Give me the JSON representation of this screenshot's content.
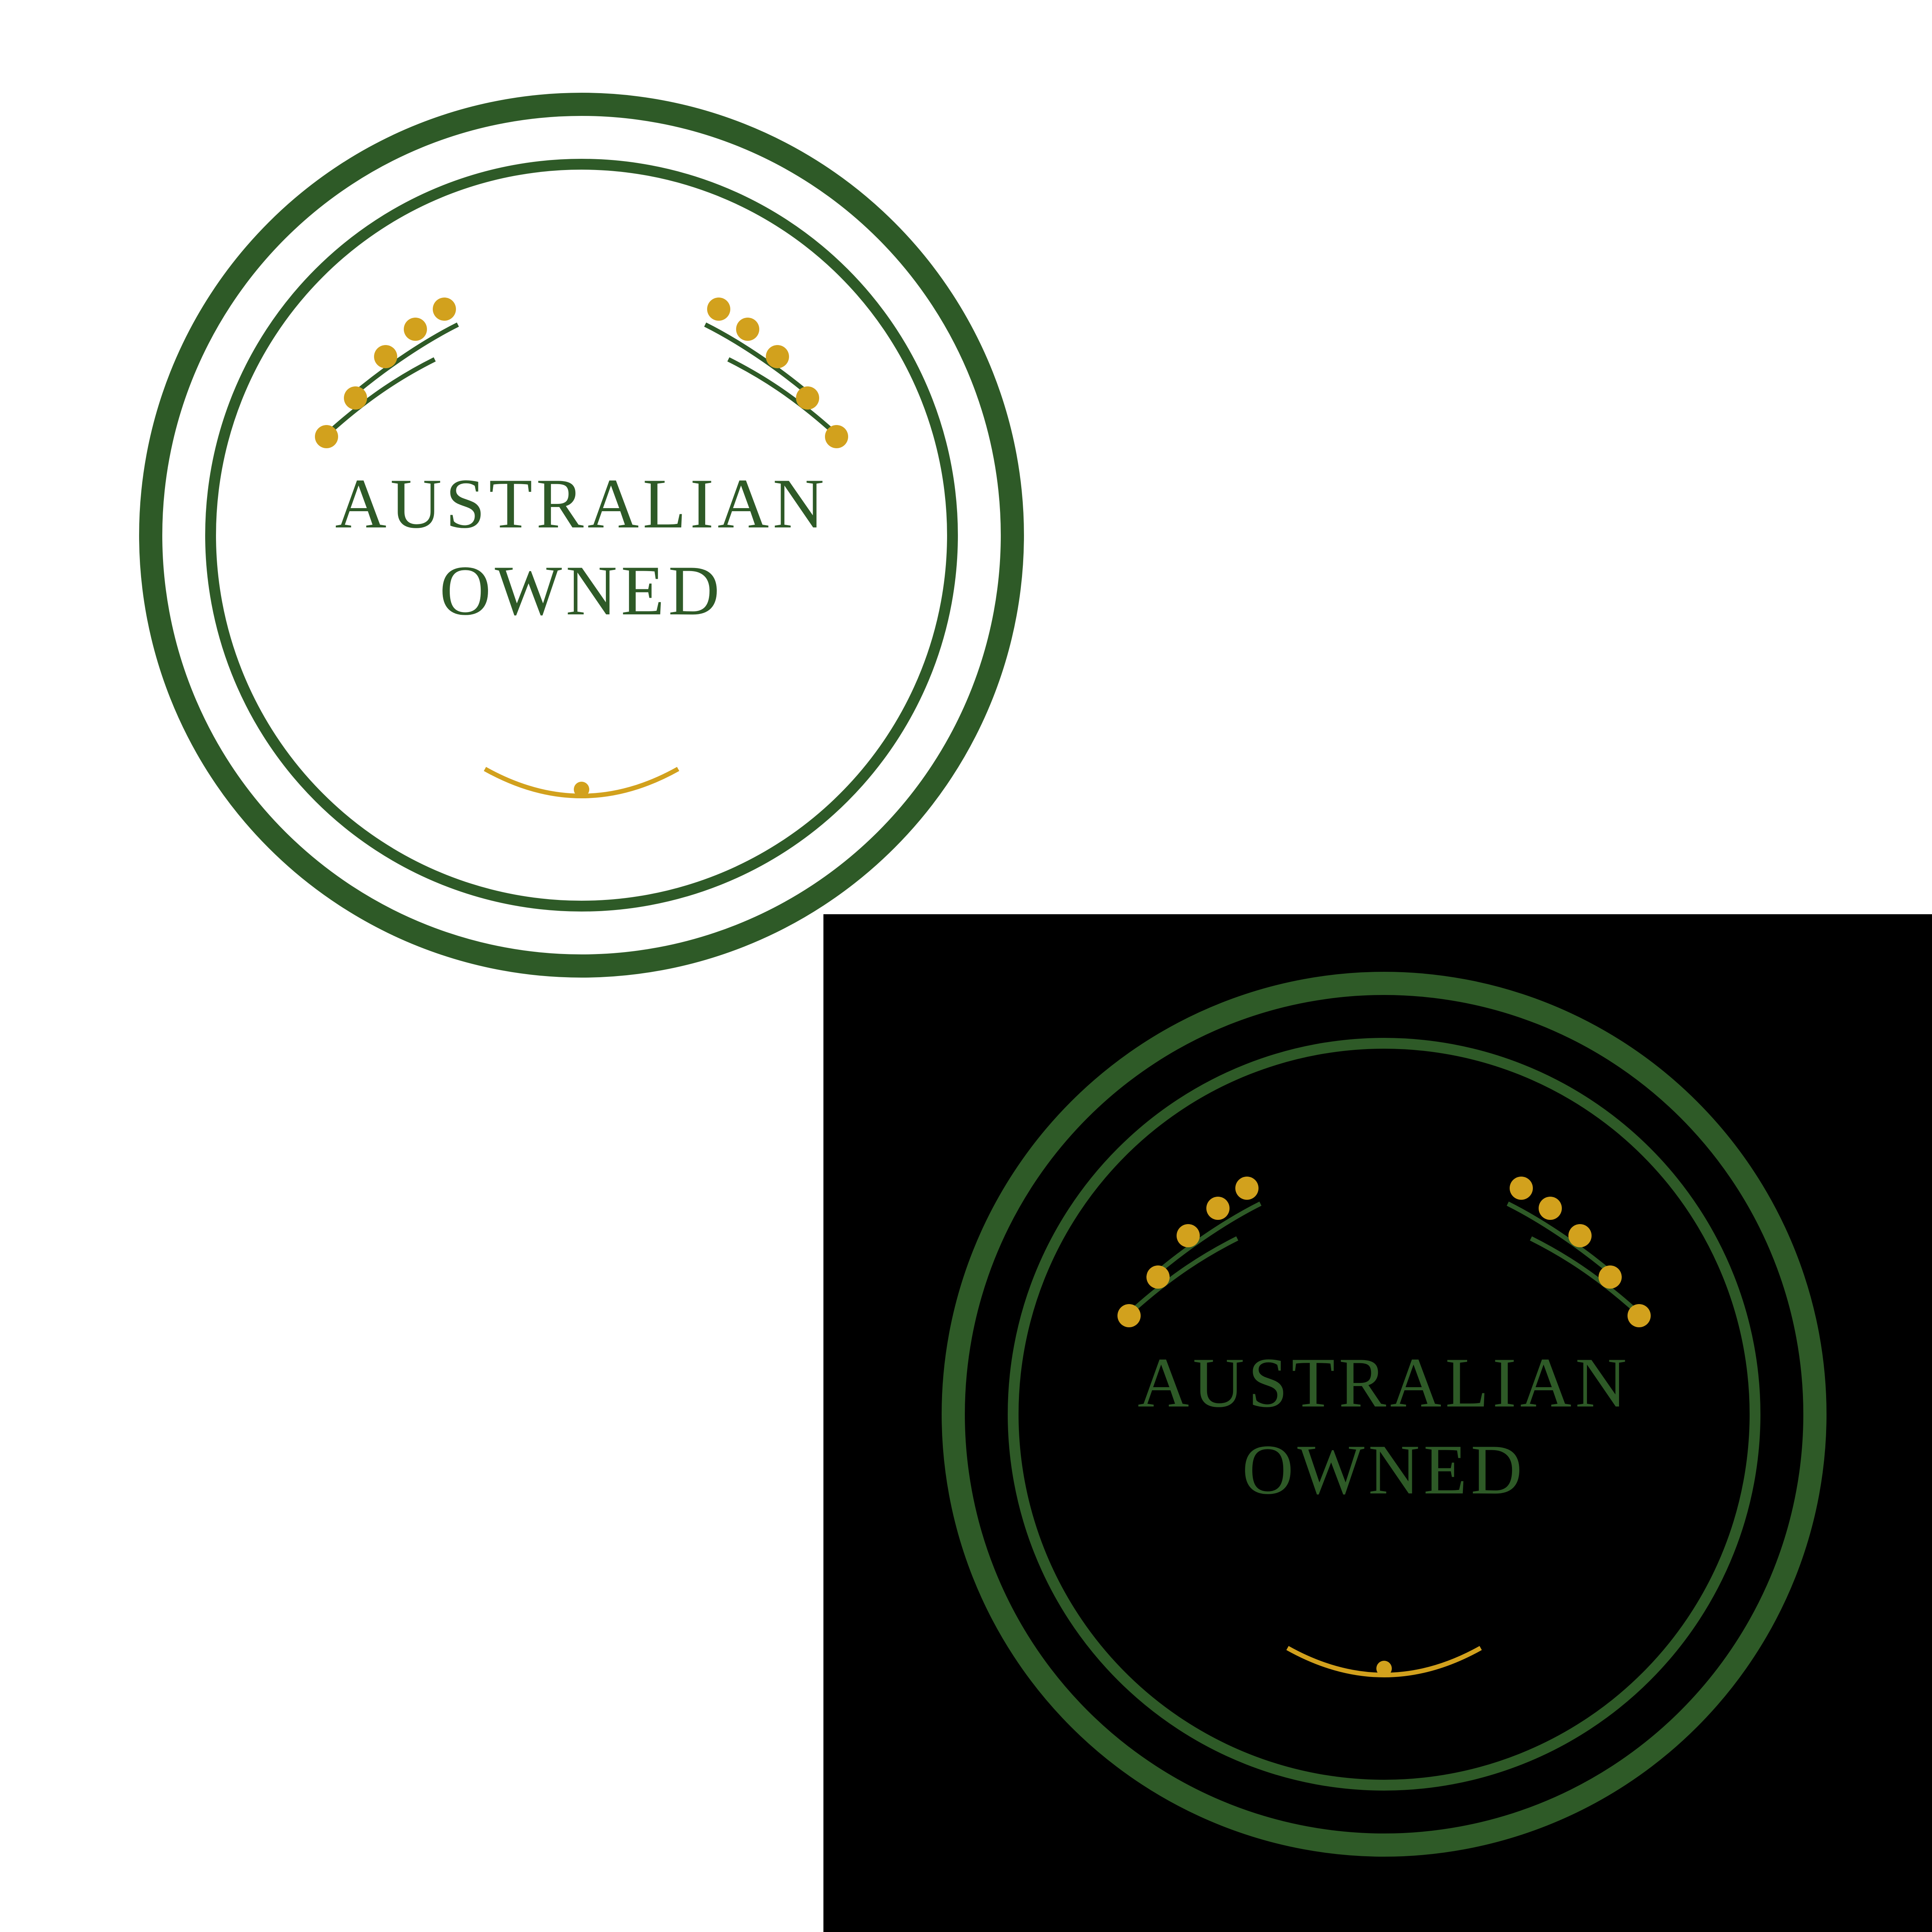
{
  "colors": {
    "green": "#2e5a27",
    "gold": "#d2a11d",
    "background_light": "#ffffff",
    "background_dark": "#000000"
  },
  "badges": [
    {
      "variant": "light",
      "line1": "AUSTRALIAN",
      "line2": "OWNED"
    },
    {
      "variant": "dark",
      "line1": "AUSTRALIAN",
      "line2": "OWNED"
    }
  ]
}
